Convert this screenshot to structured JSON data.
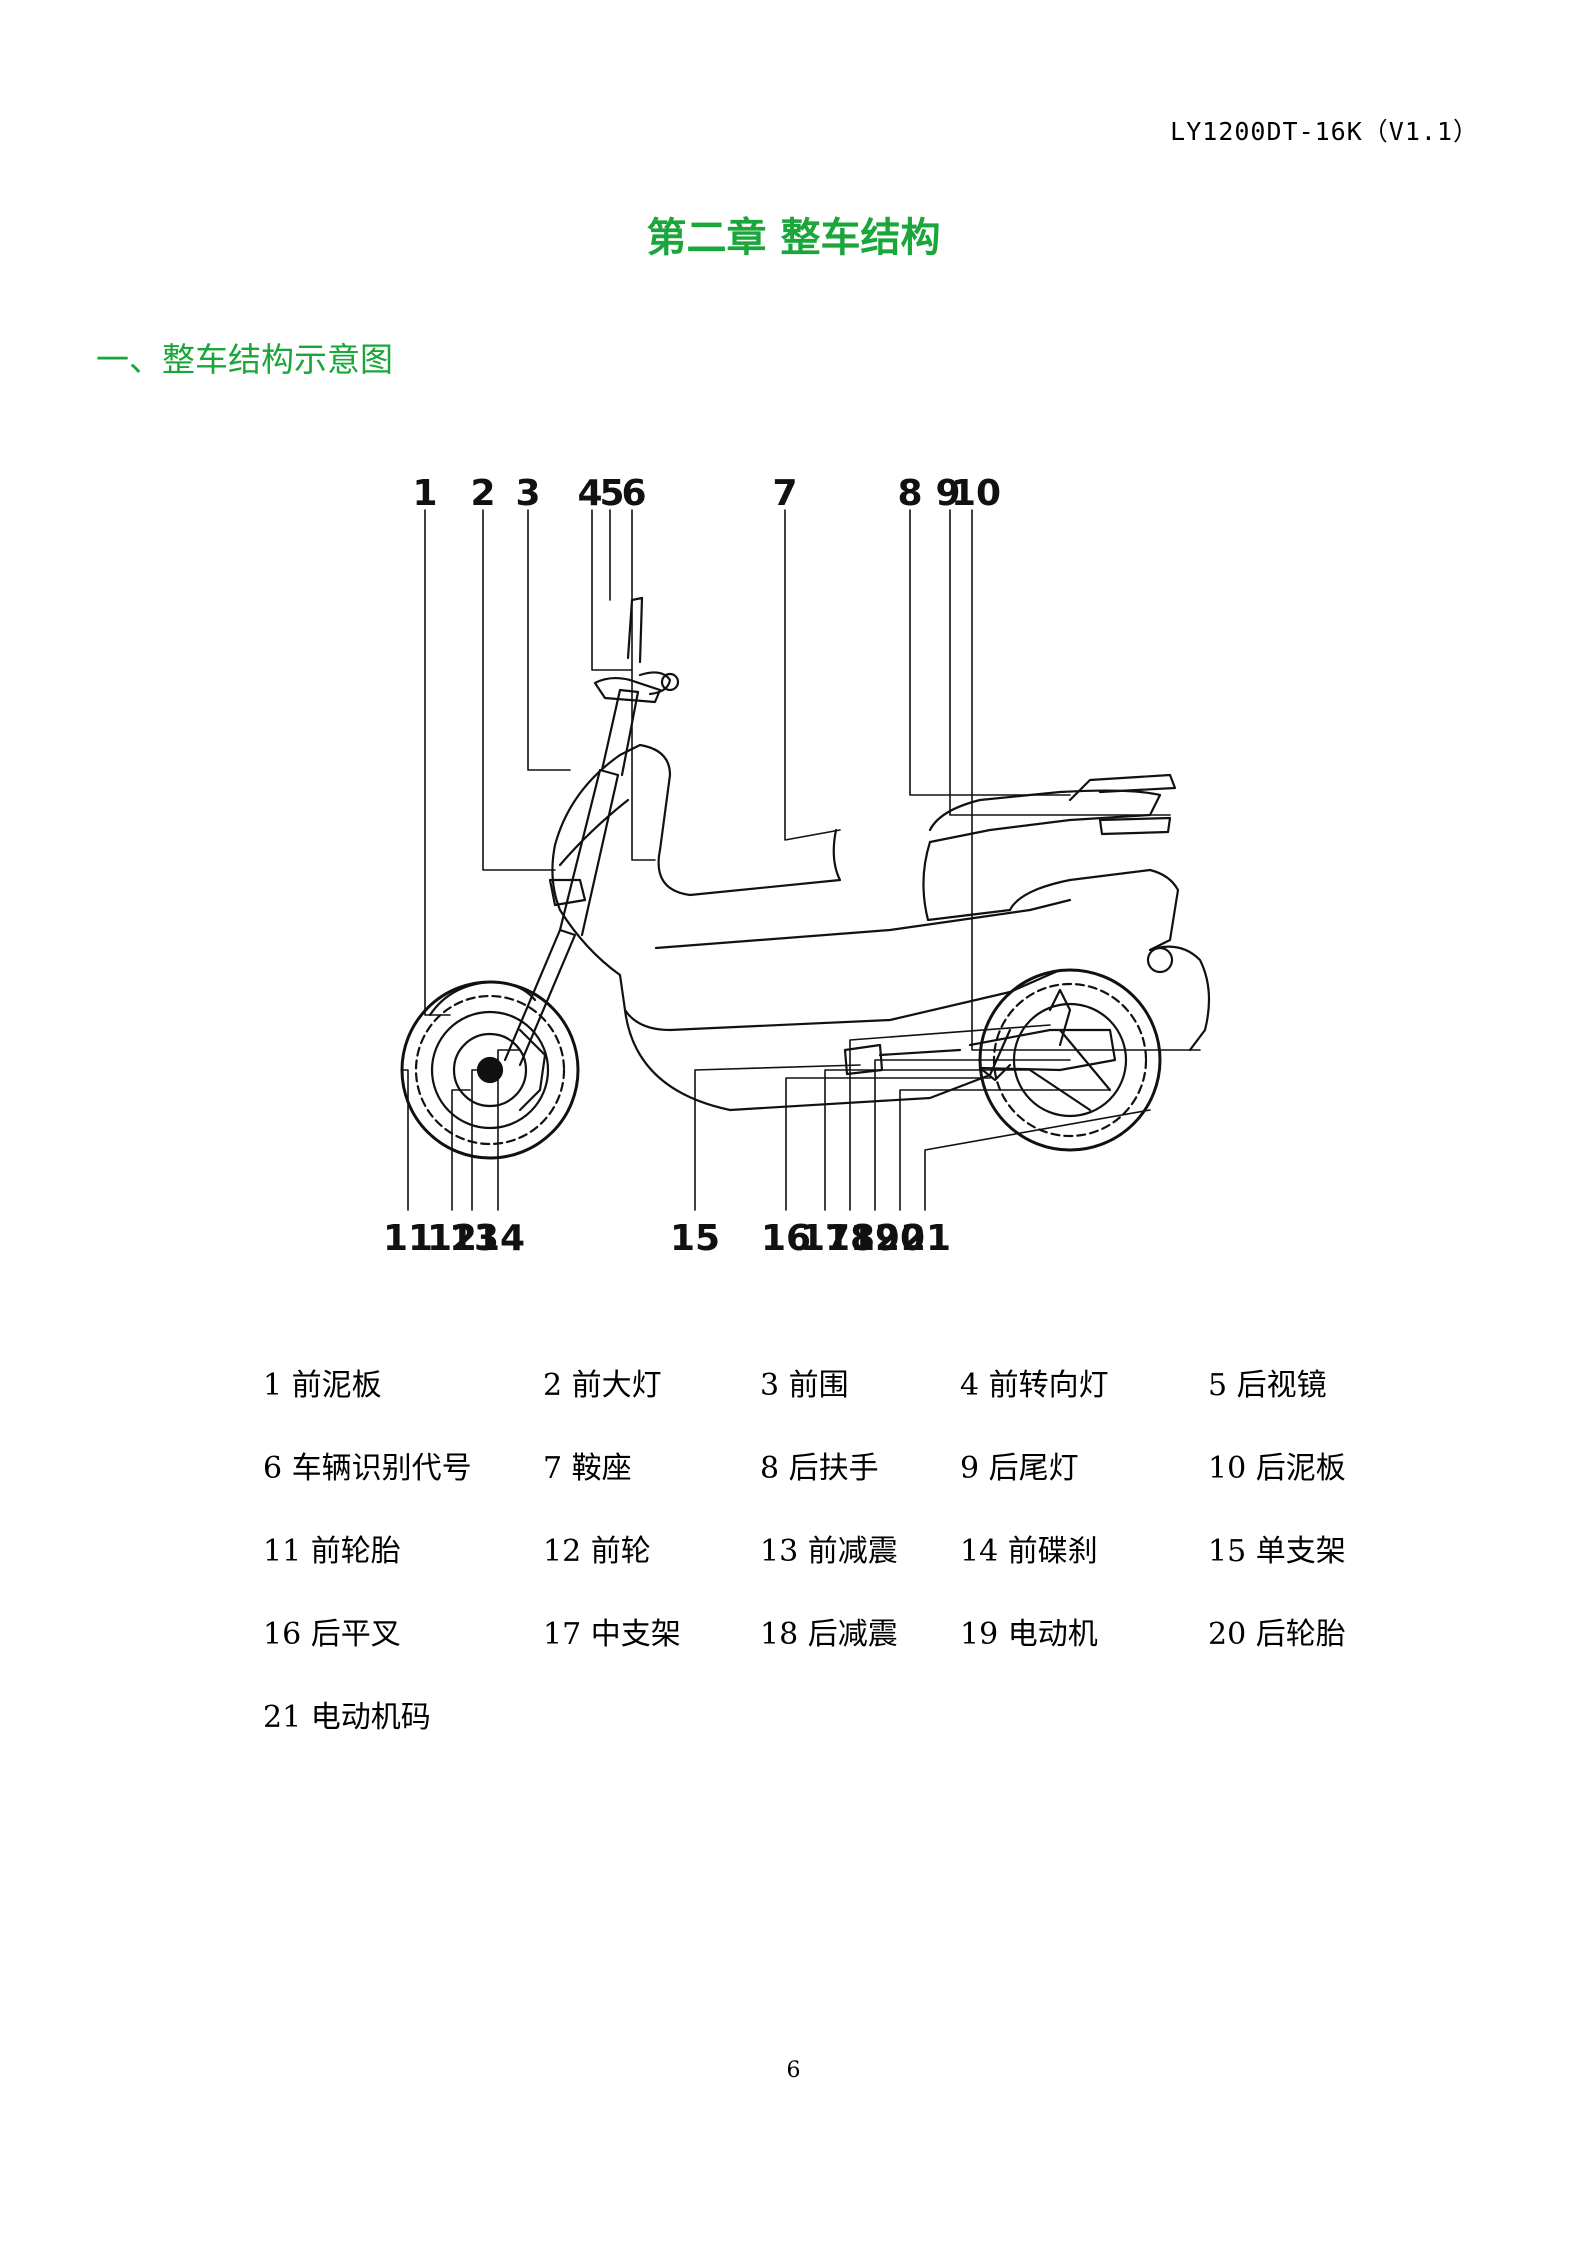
{
  "header": {
    "doc_code": "LY1200DT-16K（V1.1）"
  },
  "chapter": {
    "title": "第二章 整车结构"
  },
  "section": {
    "title": "一、整车结构示意图"
  },
  "diagram": {
    "callouts": [
      "1",
      "2",
      "3",
      "4",
      "5",
      "6",
      "7",
      "8",
      "9",
      "10",
      "11",
      "12",
      "13",
      "14",
      "15",
      "16",
      "17",
      "18",
      "19",
      "20",
      "21"
    ]
  },
  "legend": [
    "1 前泥板",
    "2 前大灯",
    "3 前围",
    "4 前转向灯",
    "5 后视镜",
    "6 车辆识别代号",
    "7 鞍座",
    "8 后扶手",
    "9 后尾灯",
    "10 后泥板",
    "11 前轮胎",
    "12 前轮",
    "13 前减震",
    "14 前碟刹",
    "15 单支架",
    "16 后平叉",
    "17 中支架",
    "18 后减震",
    "19 电动机",
    "20 后轮胎",
    "21 电动机码"
  ],
  "footer": {
    "page_number": "6"
  }
}
